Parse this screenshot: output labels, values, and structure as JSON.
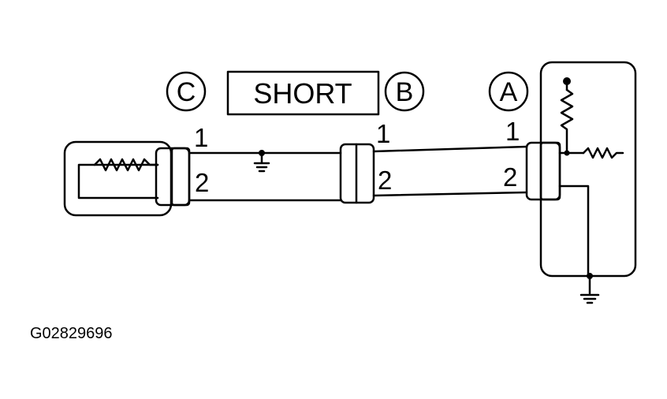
{
  "connectors": {
    "c": "C",
    "b": "B",
    "a": "A"
  },
  "status_box": {
    "label": "SHORT"
  },
  "pins": {
    "c_1": "1",
    "c_2": "2",
    "b_1": "1",
    "b_2": "2",
    "a_1": "1",
    "a_2": "2"
  },
  "figure_code": "G02829696",
  "colors": {
    "line": "#000000",
    "background": "#ffffff"
  },
  "icons": [
    "ground-symbol",
    "terminal-dot",
    "resistor-zigzag"
  ]
}
